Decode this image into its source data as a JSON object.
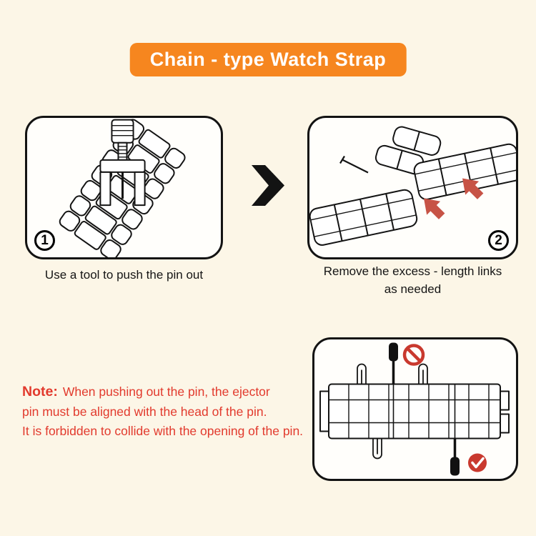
{
  "header": {
    "title": "Chain - type Watch Strap"
  },
  "steps": [
    {
      "number": "1",
      "caption": "Use a tool to push the pin out"
    },
    {
      "number": "2",
      "caption_line1": "Remove the excess - length links",
      "caption_line2": "as needed"
    }
  ],
  "note": {
    "label": "Note:",
    "lines": [
      "When pushing out the pin, the ejector",
      "pin must be aligned with the head of the pin.",
      "It is forbidden to collide with the opening of the pin."
    ]
  },
  "icons": {
    "between_steps": "chevron-right",
    "step2_arrows": "arrow-up-left",
    "wrong_mark": "prohibition-circle",
    "correct_mark": "check-circle"
  },
  "colors": {
    "background": "#fcf6e7",
    "title_badge": "#f6861f",
    "note_text": "#e23a2d",
    "arrow_red": "#c75346",
    "mark_red": "#c9392e",
    "outline_black": "#141414"
  }
}
